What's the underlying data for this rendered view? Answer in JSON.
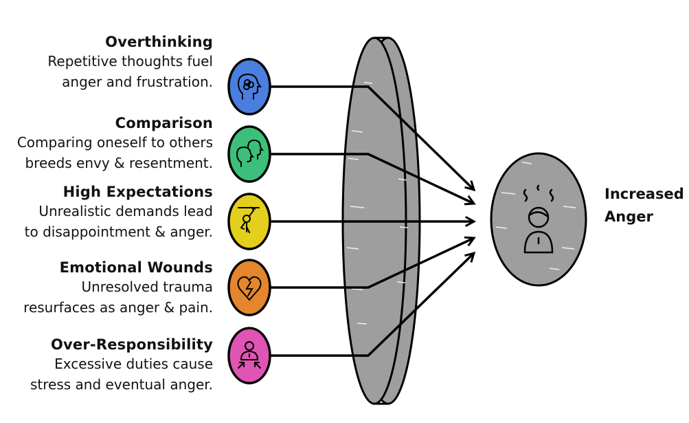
{
  "causes": [
    {
      "title": "Overthinking",
      "description_lines": [
        "Repetitive thoughts fuel",
        "anger and frustration."
      ],
      "icon": "brain-head-icon",
      "color": "#4a7fe0"
    },
    {
      "title": "Comparison",
      "description_lines": [
        "Comparing oneself to others",
        "breeds envy & resentment."
      ],
      "icon": "two-heads-icon",
      "color": "#3cbf7a"
    },
    {
      "title": "High Expectations",
      "description_lines": [
        "Unrealistic demands lead",
        "to disappointment & anger."
      ],
      "icon": "reaching-person-icon",
      "color": "#e3cf1c"
    },
    {
      "title": "Emotional Wounds",
      "description_lines": [
        "Unresolved trauma",
        "resurfaces as anger & pain."
      ],
      "icon": "broken-heart-icon",
      "color": "#e3862e"
    },
    {
      "title": "Over-Responsibility",
      "description_lines": [
        "Excessive duties cause",
        "stress and eventual anger."
      ],
      "icon": "pressured-person-icon",
      "color": "#de55b4"
    }
  ],
  "lens": {
    "color": "#9e9e9e"
  },
  "result": {
    "label_lines": [
      "Increased",
      "Anger"
    ],
    "icon": "angry-person-icon",
    "color": "#9e9e9e"
  }
}
